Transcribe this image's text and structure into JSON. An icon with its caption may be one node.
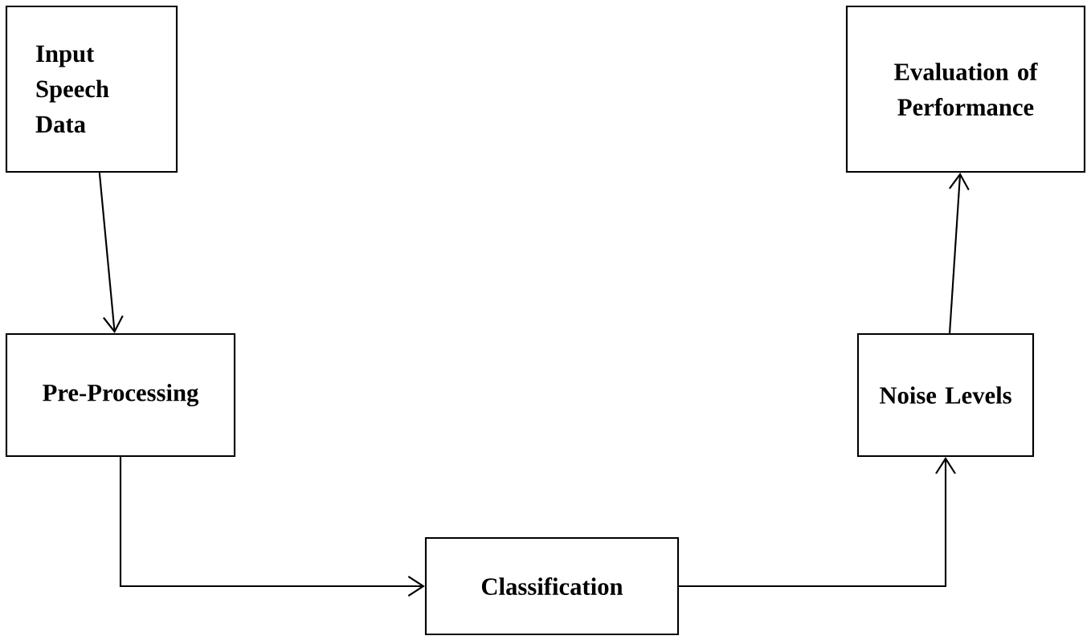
{
  "diagram": {
    "nodes": [
      {
        "text": [
          "Input Speech Data"
        ]
      },
      {
        "text": [
          "Pre-Processing"
        ]
      },
      {
        "text": [
          "Classification"
        ]
      },
      {
        "text": [
          "Noise Levels"
        ]
      },
      {
        "text": [
          "Evaluation of Performance"
        ]
      }
    ],
    "edges": [
      {
        "from": 0,
        "to": 1,
        "arrow": "to"
      },
      {
        "from": 1,
        "to": 2,
        "arrow": "to"
      },
      {
        "from": 2,
        "to": 3,
        "arrow": "to"
      },
      {
        "from": 3,
        "to": 4,
        "arrow": "to"
      }
    ]
  }
}
